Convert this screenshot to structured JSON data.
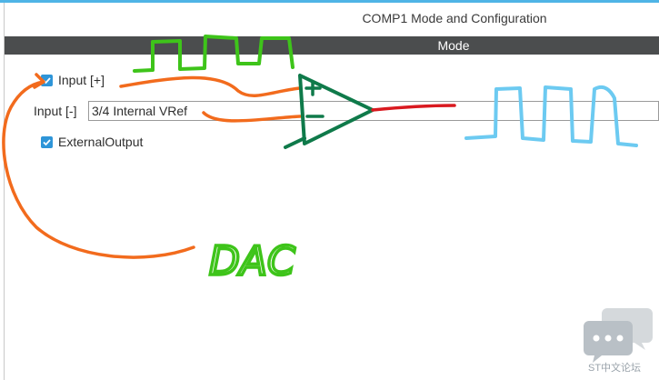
{
  "header": {
    "title": "COMP1 Mode and Configuration"
  },
  "mode_section": {
    "label": "Mode"
  },
  "config": {
    "input_plus": {
      "label": "Input [+]",
      "checked": true
    },
    "input_minus": {
      "label": "Input [-]",
      "value": "3/4 Internal VRef"
    },
    "external_output": {
      "label": "ExternalOutput",
      "checked": true
    }
  },
  "annotations": {
    "dac_label": "DAC",
    "colors": {
      "orange": "#f26b1d",
      "green": "#3ec41a",
      "darkgreen": "#0f7a4a",
      "red": "#d9191f",
      "blue": "#6ccaf1"
    }
  },
  "watermark": {
    "text": "ST中文论坛"
  },
  "accent": "#2e95d8"
}
